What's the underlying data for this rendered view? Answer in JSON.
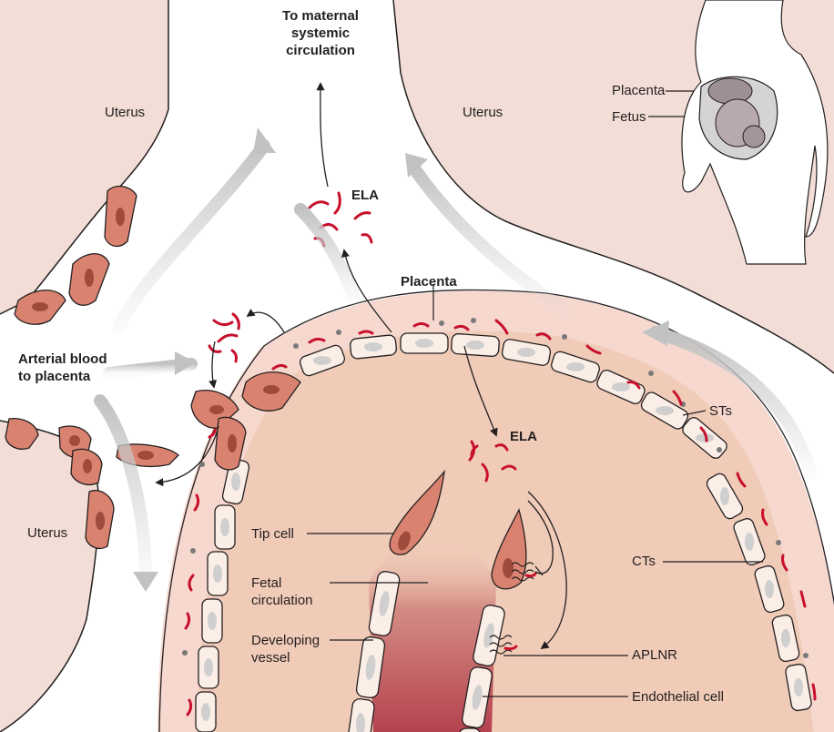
{
  "labels": {
    "to_maternal": [
      "To maternal",
      "systemic",
      "circulation"
    ],
    "uterus_top_left": "Uterus",
    "uterus_top_right": "Uterus",
    "uterus_bottom_left": "Uterus",
    "placenta_inset": "Placenta",
    "fetus_inset": "Fetus",
    "ela_top": "ELA",
    "ela_inner": "ELA",
    "placenta_main": "Placenta",
    "arterial_blood": [
      "Arterial blood",
      "to placenta"
    ],
    "sts": "STs",
    "cts": "CTs",
    "tip_cell": "Tip cell",
    "fetal_circulation": [
      "Fetal",
      "circulation"
    ],
    "developing_vessel": [
      "Developing",
      "vessel"
    ],
    "aplnr": "APLNR",
    "endothelial_cell": "Endothelial cell"
  },
  "colors": {
    "uterus_tissue": "#f2ded6",
    "placenta_interior": "#f0cbb8",
    "syncytio_layer": "#f6d8cf",
    "cell_fill": "#fbeee6",
    "nucleus": "#cfcfcf",
    "pink_cell": "#d9826f",
    "pink_nucleus": "#9e4b3c",
    "ela_red": "#c8102e",
    "arrow_gray": "#c9c9c9",
    "fetal_blood": "#b5424f"
  }
}
